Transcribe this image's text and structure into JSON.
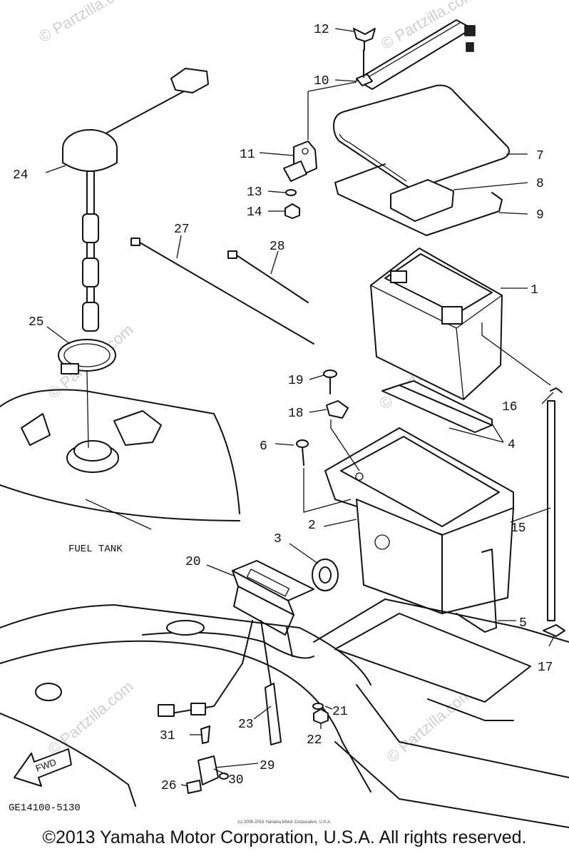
{
  "labels": {
    "l1": "1",
    "l2": "2",
    "l3": "3",
    "l4": "4",
    "l5": "5",
    "l6": "6",
    "l7": "7",
    "l8": "8",
    "l9": "9",
    "l10": "10",
    "l11": "11",
    "l12": "12",
    "l13": "13",
    "l14": "14",
    "l15": "15",
    "l16": "16",
    "l17": "17",
    "l18": "18",
    "l19": "19",
    "l20": "20",
    "l21": "21",
    "l22": "22",
    "l23": "23",
    "l24": "24",
    "l25": "25",
    "l26": "26",
    "l27": "27",
    "l28": "28",
    "l29": "29",
    "l30": "30",
    "l31": "31"
  },
  "text": {
    "fuel_tank": "FUEL TANK",
    "fwd": "FWD",
    "diagram_code": "GE14100-5130",
    "copyright": "©2013 Yamaha Motor Corporation, U.S.A. All rights reserved.",
    "small_copyright": "(c) 2005-2016 Yamaha Motor Corporation, U.S.A.",
    "watermark": "© Partzilla.com"
  }
}
